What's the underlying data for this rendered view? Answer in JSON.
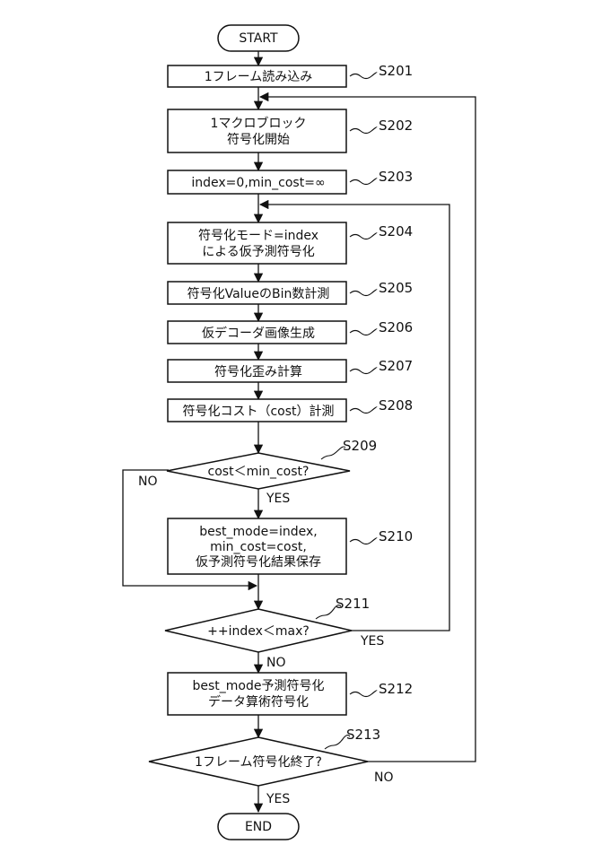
{
  "terminals": {
    "start": "START",
    "end": "END"
  },
  "steps": {
    "s201": {
      "id": "S201",
      "lines": [
        "1フレーム読み込み"
      ]
    },
    "s202": {
      "id": "S202",
      "lines": [
        "1マクロブロック",
        "符号化開始"
      ]
    },
    "s203": {
      "id": "S203",
      "lines": [
        "index=0,min_cost=∞"
      ]
    },
    "s204": {
      "id": "S204",
      "lines": [
        "符号化モード=index",
        "による仮予測符号化"
      ]
    },
    "s205": {
      "id": "S205",
      "lines": [
        "符号化ValueのBin数計測"
      ]
    },
    "s206": {
      "id": "S206",
      "lines": [
        "仮デコーダ画像生成"
      ]
    },
    "s207": {
      "id": "S207",
      "lines": [
        "符号化歪み計算"
      ]
    },
    "s208": {
      "id": "S208",
      "lines": [
        "符号化コスト（cost）計測"
      ]
    },
    "s209": {
      "id": "S209",
      "lines": [
        "cost＜min_cost?"
      ]
    },
    "s210": {
      "id": "S210",
      "lines": [
        "best_mode=index,",
        "min_cost=cost,",
        "仮予測符号化結果保存"
      ]
    },
    "s211": {
      "id": "S211",
      "lines": [
        "++index＜max?"
      ]
    },
    "s212": {
      "id": "S212",
      "lines": [
        "best_mode予測符号化",
        "データ算術符号化"
      ]
    },
    "s213": {
      "id": "S213",
      "lines": [
        "1フレーム符号化終了?"
      ]
    }
  },
  "branches": {
    "s209_no": "NO",
    "s209_yes": "YES",
    "s211_yes": "YES",
    "s211_no": "NO",
    "s213_no": "NO",
    "s213_yes": "YES"
  }
}
